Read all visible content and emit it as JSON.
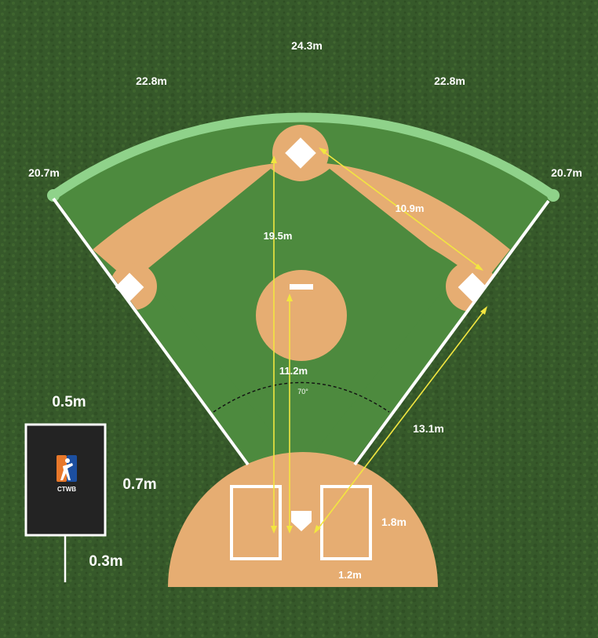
{
  "dimensions": {
    "outfield_arc_center": "24.3m",
    "outfield_arc_left": "22.8m",
    "outfield_arc_right": "22.8m",
    "left_corner": "20.7m",
    "right_corner": "20.7m",
    "base_to_base": "10.9m",
    "home_to_second": "19.5m",
    "home_to_pitcher": "11.2m",
    "home_to_first": "13.1m",
    "angle": "70°",
    "batter_box_length": "1.8m",
    "batter_box_width": "1.2m"
  },
  "sign": {
    "width": "0.5m",
    "height": "0.7m",
    "post_height": "0.3m",
    "logo_text": "CTWB"
  },
  "colors": {
    "grass_background": "#3a5f2a",
    "infield_grass": "#4a8a3c",
    "dirt": "#e6ad72",
    "warning_track": "#8fd28a",
    "measure_line": "#f2e640",
    "foul_line": "#ffffff",
    "sign_board": "#232323",
    "logo_orange": "#e8782a",
    "logo_blue": "#1c4fa0"
  }
}
